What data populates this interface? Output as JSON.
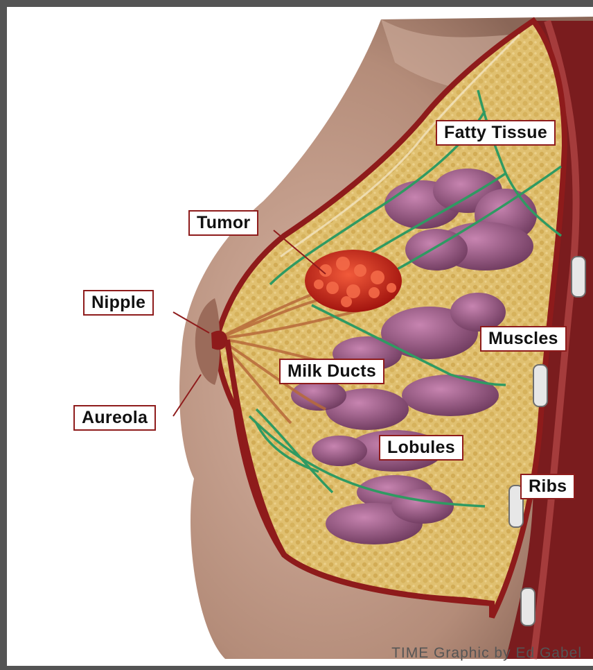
{
  "labels": {
    "fatty_tissue": "Fatty Tissue",
    "tumor": "Tumor",
    "nipple": "Nipple",
    "muscles": "Muscles",
    "milk_ducts": "Milk Ducts",
    "aureola": "Aureola",
    "lobules": "Lobules",
    "ribs": "Ribs"
  },
  "credit": "TIME Graphic by Ed Gabel",
  "colors": {
    "frame": "#545454",
    "skin": "#c9a491",
    "outline": "#8e1b1b",
    "fat": "#e0c070",
    "lobule": "#9c5a86",
    "duct": "#2f9a62",
    "tumor": "#d4281c",
    "muscle": "#7a1c1e"
  }
}
